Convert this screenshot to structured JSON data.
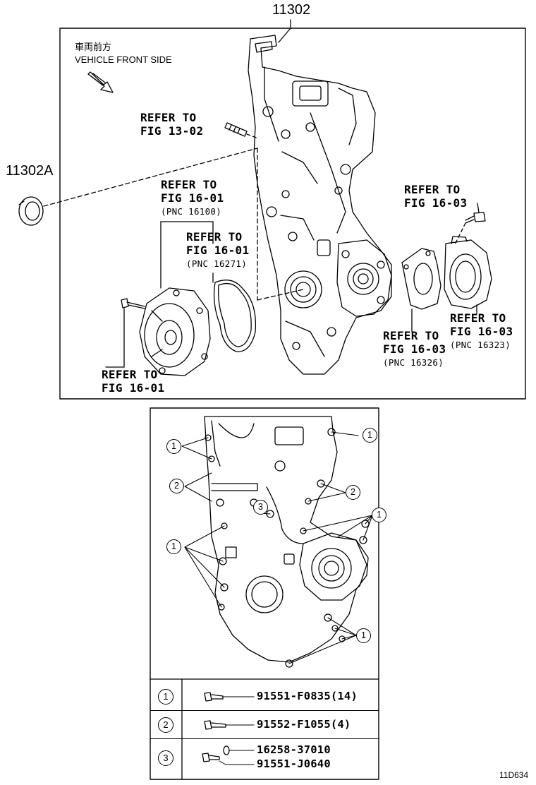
{
  "main_part_number": "11302",
  "seal_part_number": "11302A",
  "direction_note": {
    "line1": "車両前方",
    "line2": "VEHICLE FRONT SIDE"
  },
  "references": {
    "fig13_02": {
      "line1": "REFER TO",
      "line2": "FIG 13-02"
    },
    "fig16_01_pnc16100": {
      "line1": "REFER TO",
      "line2": "FIG 16-01",
      "pnc": "(PNC 16100)"
    },
    "fig16_01_pnc16271": {
      "line1": "REFER TO",
      "line2": "FIG 16-01",
      "pnc": "(PNC 16271)"
    },
    "fig16_01_bottom": {
      "line1": "REFER TO",
      "line2": "FIG 16-01"
    },
    "fig16_03_top": {
      "line1": "REFER TO",
      "line2": "FIG 16-03"
    },
    "fig16_03_pnc16326": {
      "line1": "REFER TO",
      "line2": "FIG 16-03",
      "pnc": "(PNC 16326)"
    },
    "fig16_03_pnc16323": {
      "line1": "REFER TO",
      "line2": "FIG 16-03",
      "pnc": "(PNC 16323)"
    }
  },
  "callouts": {
    "c1": "1",
    "c2": "2",
    "c3": "3"
  },
  "legend": [
    {
      "num": "1",
      "parts": [
        "91551-F0835(14)"
      ]
    },
    {
      "num": "2",
      "parts": [
        "91552-F1055(4)"
      ]
    },
    {
      "num": "3",
      "parts": [
        "16258-37010",
        "91551-J0640"
      ]
    }
  ],
  "figure_code": "11D634"
}
